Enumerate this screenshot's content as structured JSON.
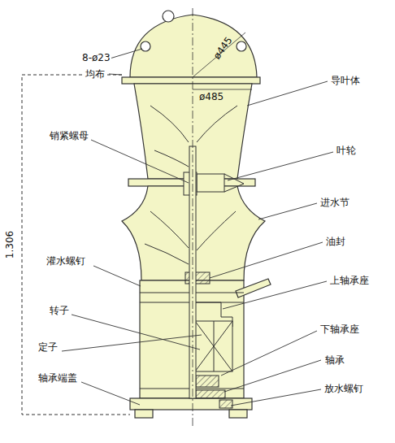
{
  "diagram": {
    "labels": [
      "8-ø23",
      "均布",
      "ø445",
      "ø485",
      "导叶体",
      "销紧螺母",
      "叶轮",
      "进水节",
      "油封",
      "灌水螺钉",
      "上轴承座",
      "转子",
      "下轴承座",
      "定子",
      "轴承",
      "轴承端盖",
      "放水螺钉",
      "1.306"
    ]
  }
}
